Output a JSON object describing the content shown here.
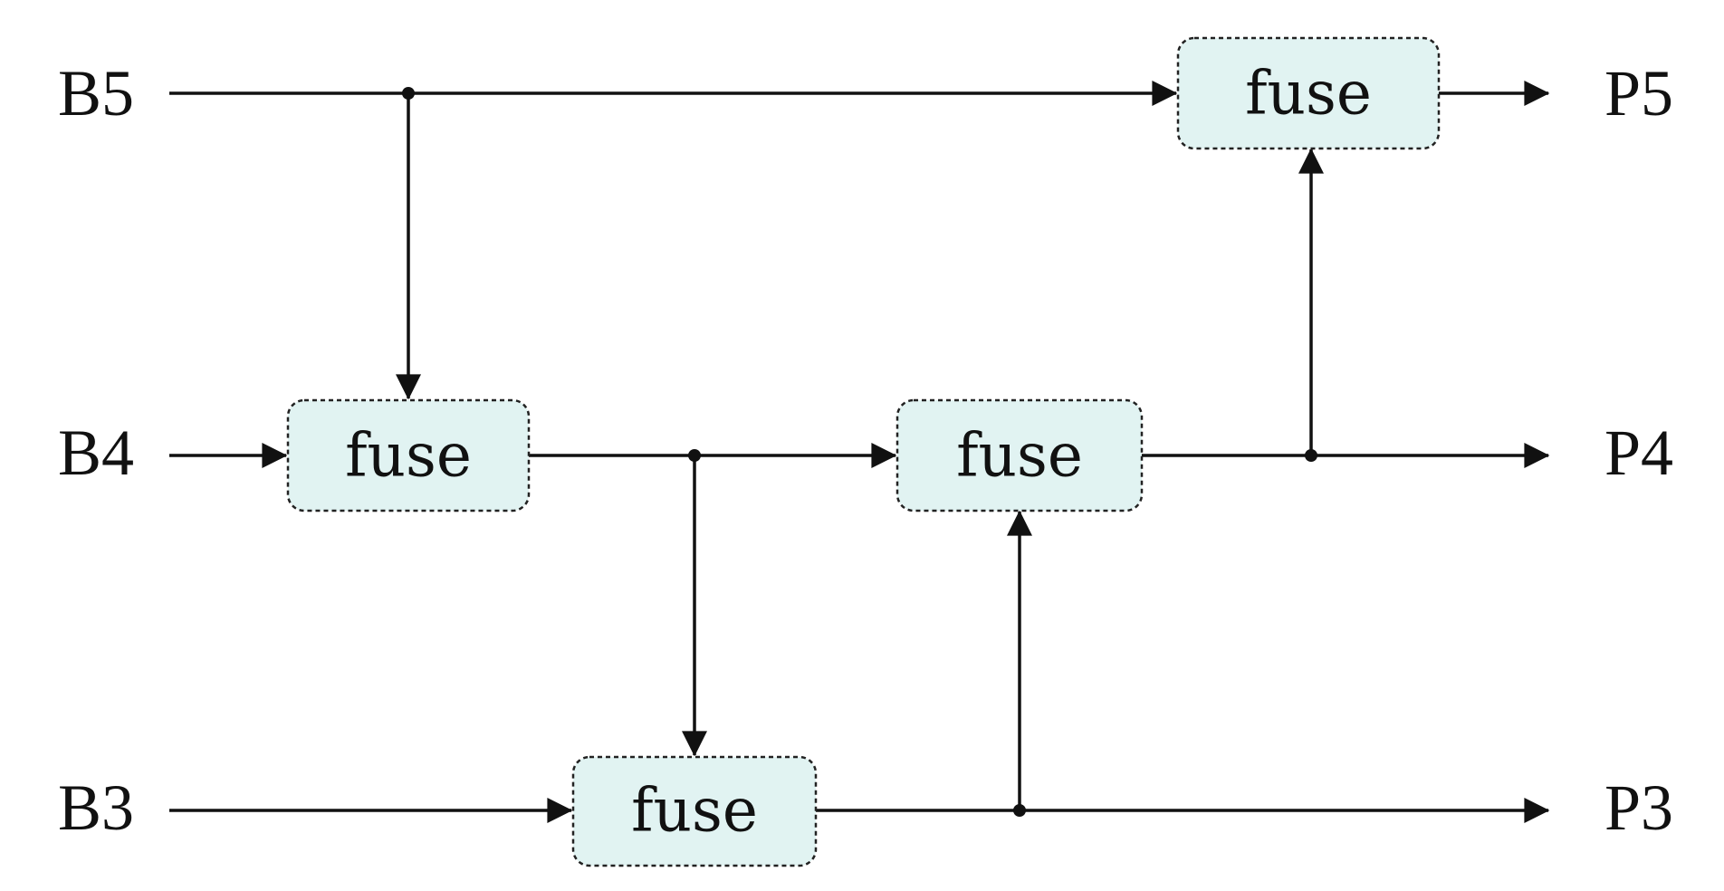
{
  "inputs": {
    "b5": "B5",
    "b4": "B4",
    "b3": "B3"
  },
  "outputs": {
    "p5": "P5",
    "p4": "P4",
    "p3": "P3"
  },
  "fuse_nodes": {
    "top_down_b4": "fuse",
    "top_down_b3": "fuse",
    "bottom_up_p4": "fuse",
    "bottom_up_p5": "fuse"
  },
  "colors": {
    "fuse_fill": "#e1f3f2",
    "line": "#111111"
  }
}
